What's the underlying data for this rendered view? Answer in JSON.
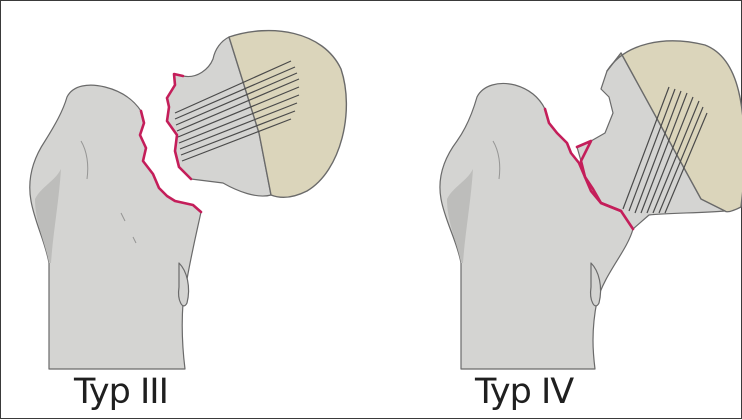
{
  "diagram": {
    "panels": [
      {
        "id": "type-iii",
        "caption": "Typ III"
      },
      {
        "id": "type-iv",
        "caption": "Typ IV"
      }
    ]
  },
  "colors": {
    "bone_fill": "#d4d4d2",
    "bone_shadow": "#bdbdbb",
    "bone_outline": "#6a6a6a",
    "femoral_head_fill": "#dbd5bb",
    "fracture_line": "#c41e5a",
    "trabecular_lines": "#4a4a4a",
    "frame": "#3a3a3a",
    "caption_text": "#1f1f1f"
  }
}
